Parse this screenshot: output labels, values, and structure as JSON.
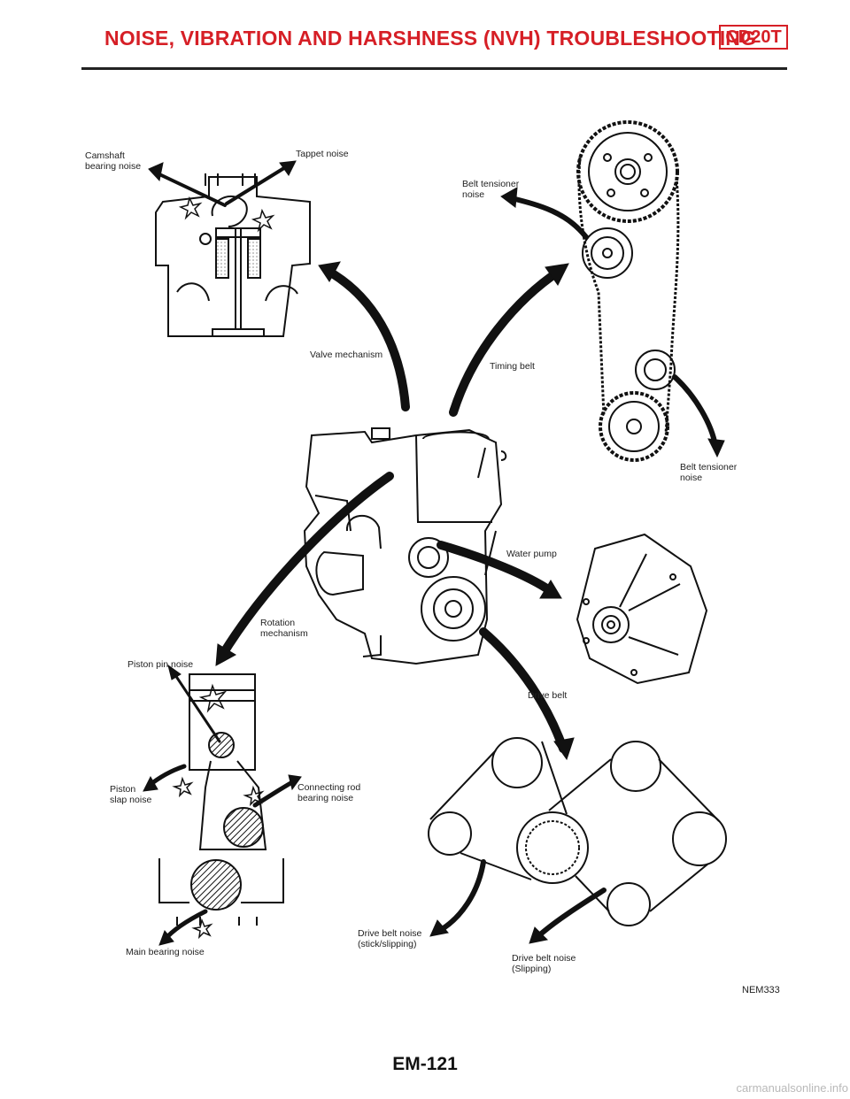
{
  "header": {
    "title": "NOISE, VIBRATION AND HARSHNESS (NVH) TROUBLESHOOTING",
    "model_code": "CD20T"
  },
  "labels": {
    "camshaft_bearing_noise": [
      "Camshaft",
      "bearing noise"
    ],
    "tappet_noise": "Tappet noise",
    "belt_tensioner_noise_top": [
      "Belt tensioner",
      "noise"
    ],
    "valve_mechanism": "Valve mechanism",
    "timing_belt": "Timing belt",
    "belt_tensioner_noise_right": [
      "Belt tensioner",
      "noise"
    ],
    "water_pump": "Water pump",
    "rotation_mechanism": [
      "Rotation",
      "mechanism"
    ],
    "piston_pin_noise": "Piston pin noise",
    "drive_belt": "Drive belt",
    "piston_slap_noise": [
      "Piston",
      "slap noise"
    ],
    "connecting_rod_bearing_noise": [
      "Connecting rod",
      "bearing noise"
    ],
    "drive_belt_noise_stick": [
      "Drive belt noise",
      "(stick/slipping)"
    ],
    "main_bearing_noise": "Main bearing noise",
    "drive_belt_noise_slipping": [
      "Drive belt noise",
      "(Slipping)"
    ]
  },
  "figure_id": "NEM333",
  "page_number": "EM-121",
  "watermark": "carmanualsonline.info"
}
